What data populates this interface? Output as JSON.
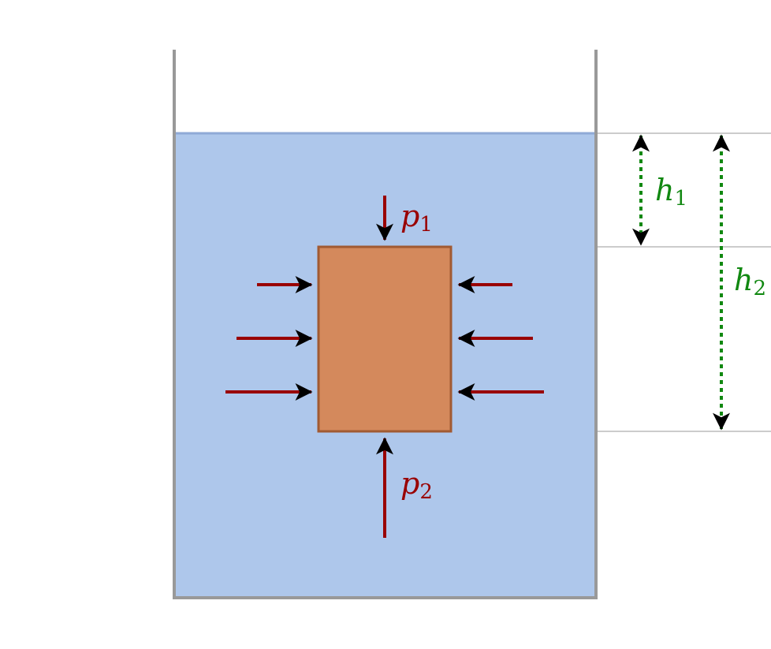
{
  "labels": {
    "p1": {
      "symbol": "p",
      "subscript": "1"
    },
    "p2": {
      "symbol": "p",
      "subscript": "2"
    },
    "h1": {
      "symbol": "h",
      "subscript": "1"
    },
    "h2": {
      "symbol": "h",
      "subscript": "2"
    }
  },
  "colors": {
    "water_fill": "#aec7eb",
    "water_surface": "#8faad6",
    "container_wall": "#999999",
    "block_fill": "#d4895c",
    "block_stroke": "#a15a32",
    "pressure_arrow": "#990000",
    "dimension_line": "#118811",
    "level_line": "#cccccc",
    "arrow_head": "#000000"
  }
}
